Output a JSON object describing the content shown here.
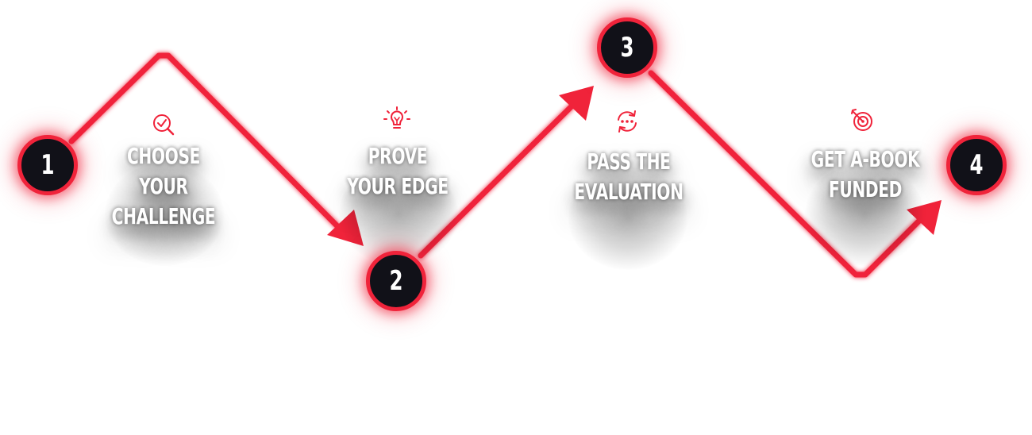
{
  "colors": {
    "accent": "#f0233a",
    "node_fill": "#111118",
    "label_text": "#ffffff"
  },
  "steps": [
    {
      "number": "1",
      "label_line1": "CHOOSE YOUR",
      "label_line2": "CHALLENGE",
      "icon": "magnifier-check-icon"
    },
    {
      "number": "2",
      "label_line1": "PROVE",
      "label_line2": "YOUR EDGE",
      "icon": "lightbulb-icon"
    },
    {
      "number": "3",
      "label_line1": "PASS THE",
      "label_line2": "EVALUATION",
      "icon": "cycle-dots-icon"
    },
    {
      "number": "4",
      "label_line1": "GET A-BOOK",
      "label_line2": "FUNDED",
      "icon": "target-arrow-icon"
    }
  ]
}
